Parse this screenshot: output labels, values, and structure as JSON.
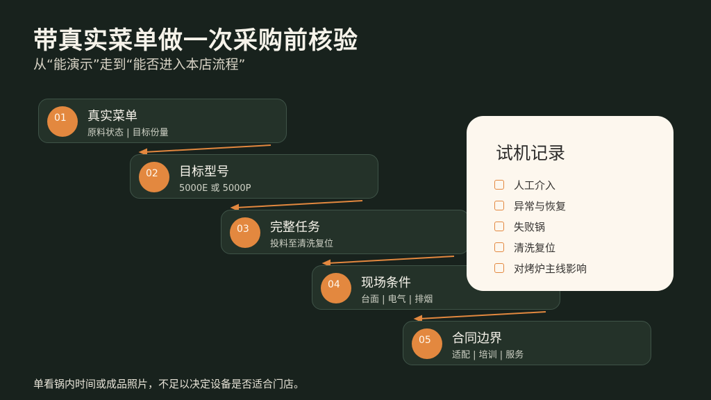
{
  "title": "带真实菜单做一次采购前核验",
  "subtitle": "从“能演示”走到“能否进入本店流程”",
  "steps": [
    {
      "num": "01",
      "title": "真实菜单",
      "sub": "原料状态 | 目标份量"
    },
    {
      "num": "02",
      "title": "目标型号",
      "sub": "5000E 或 5000P"
    },
    {
      "num": "03",
      "title": "完整任务",
      "sub": "投料至清洗复位"
    },
    {
      "num": "04",
      "title": "现场条件",
      "sub": "台面 | 电气 | 排烟"
    },
    {
      "num": "05",
      "title": "合同边界",
      "sub": "适配 | 培训 | 服务"
    }
  ],
  "record": {
    "title": "试机记录",
    "items": [
      "人工介入",
      "异常与恢复",
      "失败锅",
      "清洗复位",
      "对烤炉主线影响"
    ]
  },
  "footer": "单看锅内时间或成品照片，不足以决定设备是否适合门店。",
  "colors": {
    "accent": "#e3883f",
    "background": "#18221d",
    "card": "#243229",
    "panel": "#fdf7ee"
  }
}
